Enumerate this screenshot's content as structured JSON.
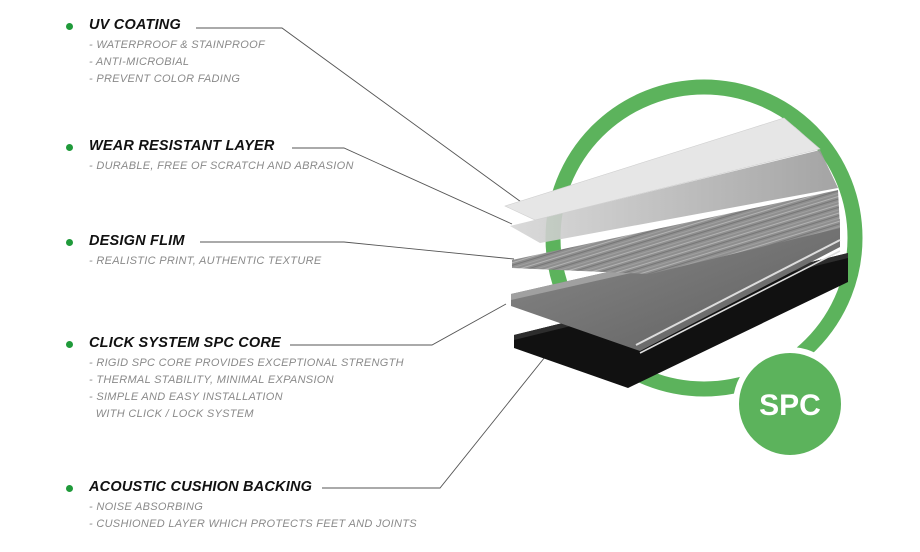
{
  "layers": [
    {
      "title": "UV COATING",
      "lines": [
        "- WATERPROOF & STAINPROOF",
        "- ANTI-MICROBIAL",
        "- PREVENT COLOR FADING"
      ]
    },
    {
      "title": "WEAR RESISTANT LAYER",
      "lines": [
        "- DURABLE, FREE OF SCRATCH AND ABRASION"
      ]
    },
    {
      "title": "DESIGN FLIM",
      "lines": [
        "- REALISTIC PRINT, AUTHENTIC TEXTURE"
      ]
    },
    {
      "title": "CLICK SYSTEM SPC CORE",
      "lines": [
        "- RIGID SPC CORE PROVIDES EXCEPTIONAL STRENGTH",
        "- THERMAL STABILITY, MINIMAL EXPANSION",
        "- SIMPLE AND EASY INSTALLATION",
        "  WITH CLICK / LOCK SYSTEM"
      ]
    },
    {
      "title": "ACOUSTIC CUSHION BACKING",
      "lines": [
        "- NOISE ABSORBING",
        "- CUSHIONED LAYER WHICH PROTECTS FEET AND JOINTS"
      ]
    }
  ],
  "badge": {
    "label": "SPC"
  },
  "colors": {
    "accent_green": "#5cb35c",
    "bullet_green": "#1f9a3a",
    "title_text": "#111111",
    "desc_text": "#8a8a8a"
  }
}
